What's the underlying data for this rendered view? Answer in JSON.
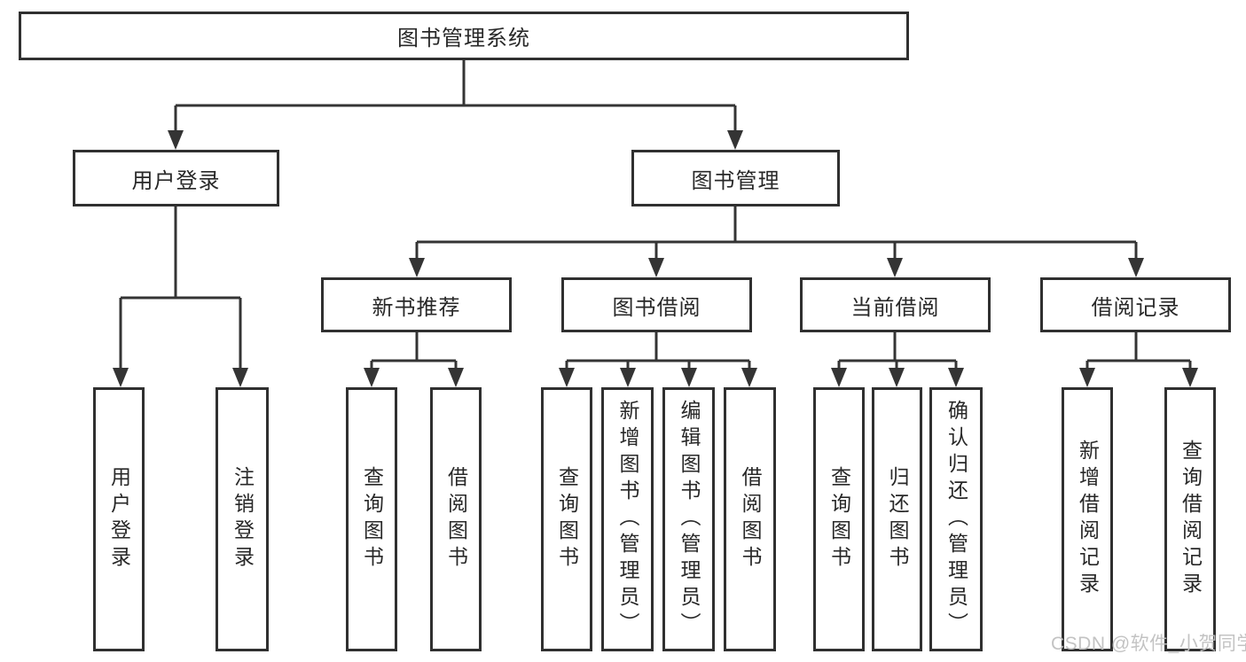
{
  "diagram_title": "图书管理系统",
  "tree": {
    "root": {
      "label": "图书管理系统"
    },
    "branches": [
      {
        "label": "用户登录",
        "children": [
          {
            "label": "用户登录"
          },
          {
            "label": "注销登录"
          }
        ]
      },
      {
        "label": "图书管理",
        "children": [
          {
            "label": "新书推荐",
            "children": [
              {
                "label": "查询图书"
              },
              {
                "label": "借阅图书"
              }
            ]
          },
          {
            "label": "图书借阅",
            "children": [
              {
                "label": "查询图书"
              },
              {
                "label": "新增图书（管理员）"
              },
              {
                "label": "编辑图书（管理员）"
              },
              {
                "label": "借阅图书"
              }
            ]
          },
          {
            "label": "当前借阅",
            "children": [
              {
                "label": "查询图书"
              },
              {
                "label": "归还图书"
              },
              {
                "label": "确认归还（管理员）"
              }
            ]
          },
          {
            "label": "借阅记录",
            "children": [
              {
                "label": "新增借阅记录"
              },
              {
                "label": "查询借阅记录"
              }
            ]
          }
        ]
      }
    ]
  },
  "watermark": {
    "text": "CSDN @软件_小贺同学"
  },
  "colors": {
    "background": "#ffffff",
    "box_border": "#303030",
    "connector_line": "#343434",
    "text": "#282828",
    "watermark": "#c0c0c0"
  }
}
